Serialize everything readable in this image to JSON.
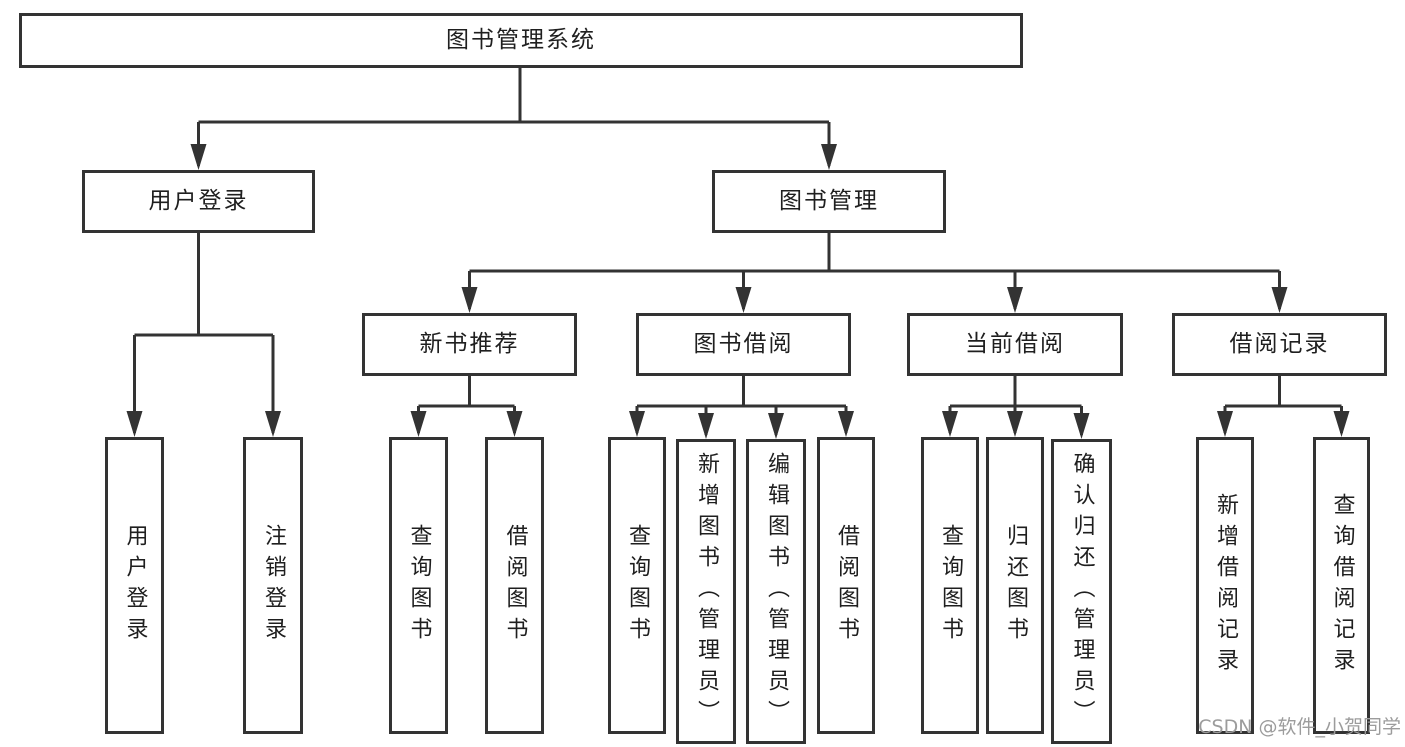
{
  "diagram": {
    "title_note": "library management system function structure",
    "root": {
      "label": "图书管理系统"
    },
    "level2": [
      {
        "label": "用户登录"
      },
      {
        "label": "图书管理"
      }
    ],
    "level3": [
      {
        "label": "新书推荐"
      },
      {
        "label": "图书借阅"
      },
      {
        "label": "当前借阅"
      },
      {
        "label": "借阅记录"
      }
    ],
    "leaves": {
      "user_login": [
        {
          "label": "用户登录"
        },
        {
          "label": "注销登录"
        }
      ],
      "new_book_rec": [
        {
          "label": "查询图书"
        },
        {
          "label": "借阅图书"
        }
      ],
      "book_borrow": [
        {
          "label": "查询图书"
        },
        {
          "label": "新增图书（管理员）"
        },
        {
          "label": "编辑图书（管理员）"
        },
        {
          "label": "借阅图书"
        }
      ],
      "current_borrow": [
        {
          "label": "查询图书"
        },
        {
          "label": "归还图书"
        },
        {
          "label": "确认归还（管理员）"
        }
      ],
      "borrow_records": [
        {
          "label": "新增借阅记录"
        },
        {
          "label": "查询借阅记录"
        }
      ]
    }
  },
  "watermark": {
    "text": "CSDN @软件_小贺同学"
  },
  "colors": {
    "line": "#333333",
    "text": "#1f1f1f",
    "background": "#ffffff",
    "watermark": "#9c9c9c"
  }
}
